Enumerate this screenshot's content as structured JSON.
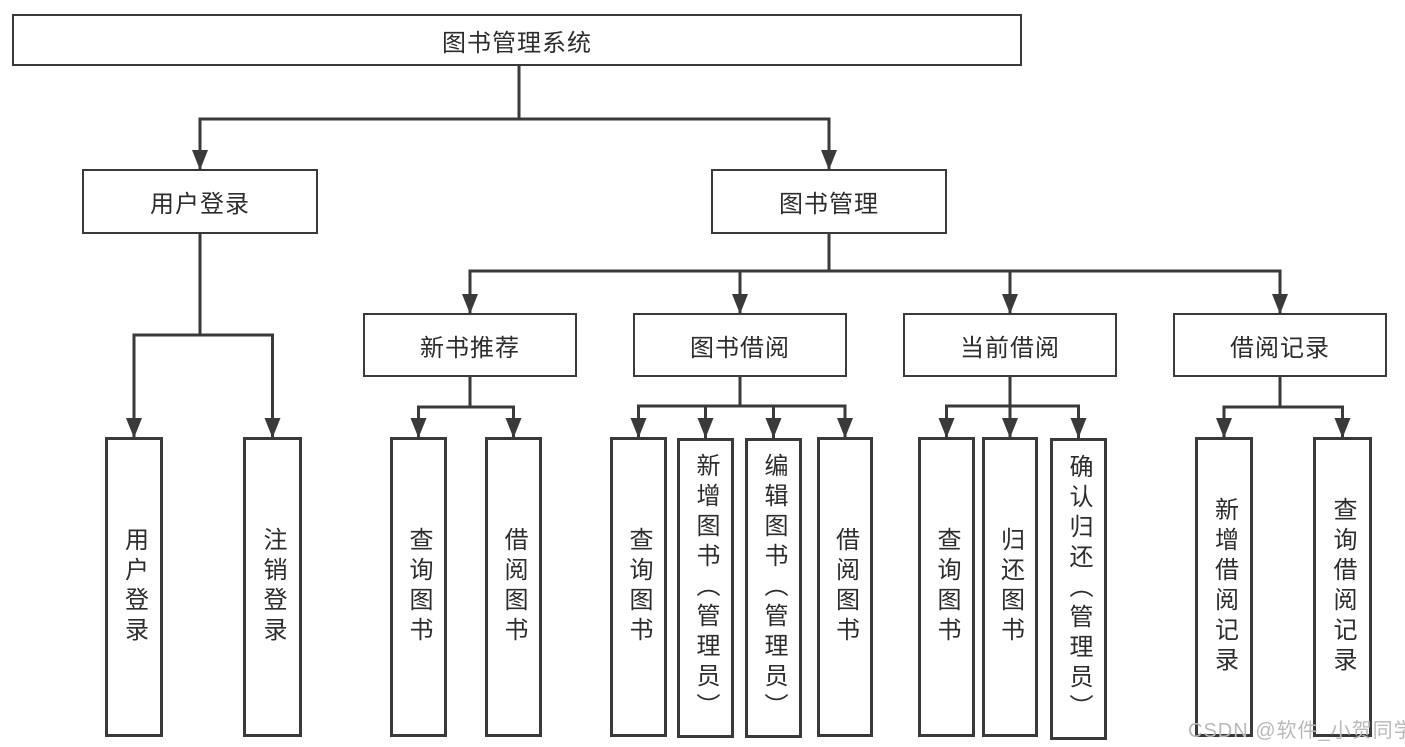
{
  "diagram": {
    "root": "图书管理系统",
    "branches": [
      {
        "label": "用户登录",
        "children": [
          {
            "label": "用户登录"
          },
          {
            "label": "注销登录"
          }
        ]
      },
      {
        "label": "图书管理",
        "children": [
          {
            "label": "新书推荐",
            "children": [
              {
                "label": "查询图书"
              },
              {
                "label": "借阅图书"
              }
            ]
          },
          {
            "label": "图书借阅",
            "children": [
              {
                "label": "查询图书"
              },
              {
                "label": "新增图书（管理员）"
              },
              {
                "label": "编辑图书（管理员）"
              },
              {
                "label": "借阅图书"
              }
            ]
          },
          {
            "label": "当前借阅",
            "children": [
              {
                "label": "查询图书"
              },
              {
                "label": "归还图书"
              },
              {
                "label": "确认归还（管理员）"
              }
            ]
          },
          {
            "label": "借阅记录",
            "children": [
              {
                "label": "新增借阅记录"
              },
              {
                "label": "查询借阅记录"
              }
            ]
          }
        ]
      }
    ]
  },
  "watermark": {
    "text": "CSDN @软件_小贺同学"
  },
  "colors": {
    "line": "#3a3a3a",
    "box_border": "#3a3a3a",
    "text": "#2d2d2d",
    "watermark": "#b9b9b9",
    "background": "#ffffff"
  }
}
